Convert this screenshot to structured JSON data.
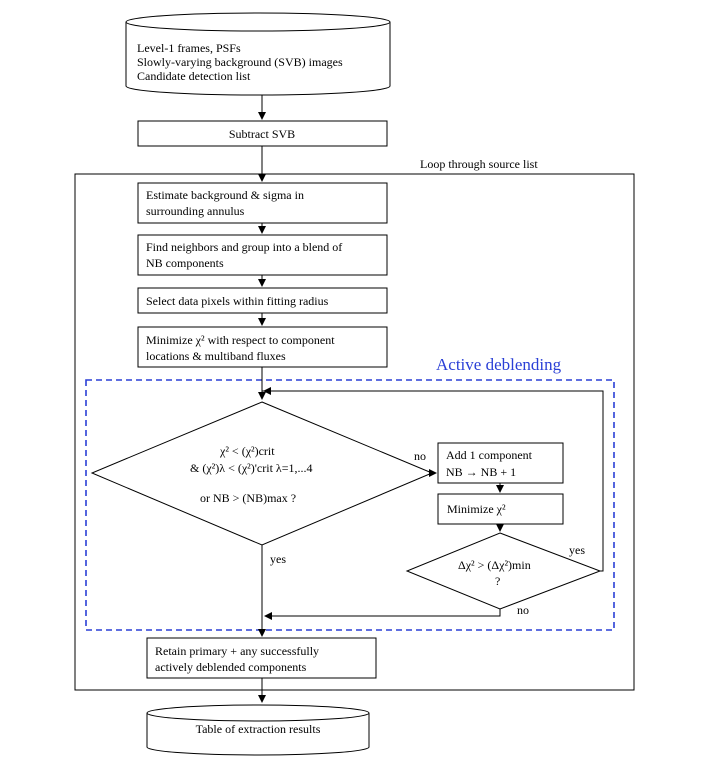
{
  "input_store": {
    "lines": [
      "Level-1 frames, PSFs",
      "Slowly-varying background (SVB) images",
      "Candidate detection list"
    ]
  },
  "subtract_svb": "Subtract SVB",
  "loop_label": "Loop through source list",
  "steps": {
    "estimate_background": [
      "Estimate background & sigma in",
      "surrounding annulus"
    ],
    "find_neighbors": [
      "Find neighbors and group into a blend of",
      "NB components"
    ],
    "select_pixels": "Select data pixels within fitting radius",
    "minimize_chi2": [
      "Minimize χ² with respect to component",
      "locations & multiband fluxes"
    ]
  },
  "active_deblending": {
    "title": "Active deblending",
    "decision_main": {
      "line1": "χ² < (χ²)crit",
      "line2": "& (χ²)λ < (χ²)'crit   λ=1,...4",
      "line3": "or  NB > (NB)max      ?"
    },
    "add_component": [
      "Add 1 component",
      "NB → NB + 1"
    ],
    "minimize_chi2_short": "Minimize χ²",
    "decision_delta": {
      "line1": "Δχ² > (Δχ²)min",
      "line2": "?"
    },
    "labels": {
      "no_main": "no",
      "yes_main": "yes",
      "yes_delta": "yes",
      "no_delta": "no"
    }
  },
  "retain_box": [
    "Retain primary + any successfully",
    "actively deblended components"
  ],
  "output_store": "Table of extraction results",
  "colors": {
    "deblend_border": "#2a3fd6",
    "deblend_title": "#2a3fd6",
    "box_stroke": "#000000"
  }
}
